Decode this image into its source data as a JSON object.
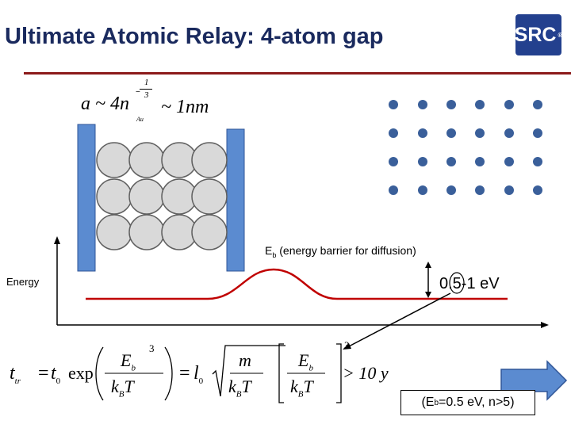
{
  "slide": {
    "title": "Ultimate Atomic Relay: 4-atom gap",
    "logo_text": "SRC",
    "accent_color": "#8b1a1a",
    "title_color": "#1a2a5e",
    "electrode_color": "#5b8bd0",
    "atom_fill": "#d9d9d9",
    "dot_color": "#3a5f9a",
    "curve_color": "#c00000"
  },
  "formula_top": {
    "lhs": "a ~ 4n",
    "exponent_num": "1",
    "exponent_den": "3",
    "subscript": "Au",
    "rhs": "~ 1nm"
  },
  "energy_diagram": {
    "barrier_label_prefix": "E",
    "barrier_label_sub": "b",
    "barrier_label_rest": " (energy barrier for diffusion)",
    "y_axis_label": "Energy",
    "barrier_value": "0.5-1 eV"
  },
  "formula_bottom": {
    "lhs_t": "t",
    "lhs_sub": "tr",
    "t0": "t",
    "t0_sub": "0",
    "exp": "exp",
    "frac_num": "E",
    "frac_num_sub": "b",
    "frac_den_k": "k",
    "frac_den_sub": "B",
    "frac_den_T": "T",
    "power": "3",
    "l0": "l",
    "l0_sub": "0",
    "sqrt_num": "m",
    "result": "> 10 y"
  },
  "callout": {
    "text_prefix": "(E",
    "text_sub": "b",
    "text_rest": "=0.5 eV, n>5)"
  }
}
